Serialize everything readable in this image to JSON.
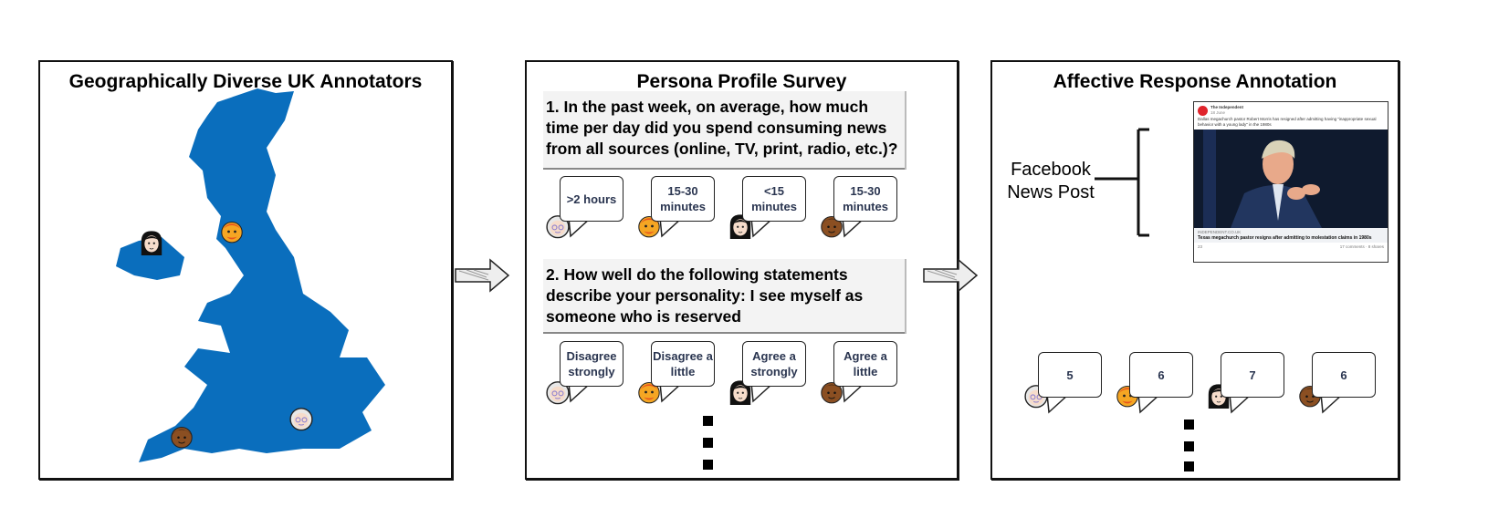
{
  "panels": {
    "annotators": {
      "title": "Geographically Diverse UK Annotators"
    },
    "survey": {
      "title": "Persona Profile Survey",
      "questions": [
        {
          "text": "1. In the past week, on average, how much time per day did you spend consuming news from all sources (online, TV, print, radio, etc.)?",
          "answers": [
            ">2 hours",
            "15-30 minutes",
            "<15 minutes",
            "15-30 minutes"
          ]
        },
        {
          "text": "2. How well do the following statements describe your personality: I see myself as someone who is reserved",
          "answers": [
            "Disagree strongly",
            "Disagree a little",
            "Agree a strongly",
            "Agree a little"
          ]
        }
      ]
    },
    "annotation": {
      "title": "Affective Response Annotation",
      "post_label": "Facebook News Post",
      "post": {
        "source": "The Independent",
        "date": "18 June",
        "caption": "Dallas megachurch pastor Robert Morris has resigned after admitting having \"inappropriate sexual behavior with a young lady\" in the 1980s",
        "domain": "INDEPENDENT.CO.UK",
        "headline": "Texas megachurch pastor resigns after admitting to molestation claims in 1980s",
        "reactions": "23",
        "comments": "17 comments",
        "shares": "8 shares"
      },
      "ratings": [
        "5",
        "6",
        "7",
        "6"
      ]
    }
  },
  "colors": {
    "map": "#0a6ebd",
    "question_bg": "#f3f3f3",
    "bubble_text": "#2a3550"
  }
}
